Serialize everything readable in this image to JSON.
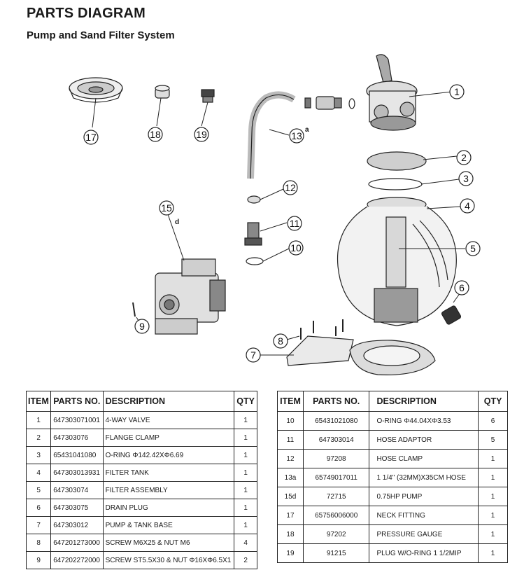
{
  "header": {
    "title": "PARTS DIAGRAM",
    "subtitle": "Pump and Sand Filter System"
  },
  "callouts": [
    {
      "num": "1",
      "suffix": ""
    },
    {
      "num": "2",
      "suffix": ""
    },
    {
      "num": "3",
      "suffix": ""
    },
    {
      "num": "4",
      "suffix": ""
    },
    {
      "num": "5",
      "suffix": ""
    },
    {
      "num": "6",
      "suffix": ""
    },
    {
      "num": "7",
      "suffix": ""
    },
    {
      "num": "8",
      "suffix": ""
    },
    {
      "num": "9",
      "suffix": ""
    },
    {
      "num": "10",
      "suffix": ""
    },
    {
      "num": "11",
      "suffix": ""
    },
    {
      "num": "12",
      "suffix": ""
    },
    {
      "num": "13",
      "suffix": "a"
    },
    {
      "num": "15",
      "suffix": "d"
    },
    {
      "num": "17",
      "suffix": ""
    },
    {
      "num": "18",
      "suffix": ""
    },
    {
      "num": "19",
      "suffix": ""
    }
  ],
  "columns": {
    "item": "ITEM",
    "parts_no": "PARTS NO.",
    "description": "DESCRIPTION",
    "qty": "QTY"
  },
  "parts_left": [
    {
      "item": "1",
      "parts_no": "647303071001",
      "description": "4-WAY VALVE",
      "qty": "1"
    },
    {
      "item": "2",
      "parts_no": "647303076",
      "description": "FLANGE CLAMP",
      "qty": "1"
    },
    {
      "item": "3",
      "parts_no": "65431041080",
      "description": "O-RING Φ142.42XΦ6.69",
      "qty": "1"
    },
    {
      "item": "4",
      "parts_no": "647303013931",
      "description": "FILTER TANK",
      "qty": "1"
    },
    {
      "item": "5",
      "parts_no": "647303074",
      "description": "FILTER ASSEMBLY",
      "qty": "1"
    },
    {
      "item": "6",
      "parts_no": "647303075",
      "description": "DRAIN PLUG",
      "qty": "1"
    },
    {
      "item": "7",
      "parts_no": "647303012",
      "description": "PUMP & TANK BASE",
      "qty": "1"
    },
    {
      "item": "8",
      "parts_no": "647201273000",
      "description": "SCREW M6X25 & NUT M6",
      "qty": "4"
    },
    {
      "item": "9",
      "parts_no": "647202272000",
      "description": "SCREW ST5.5X30 & NUT Φ16XΦ6.5X1",
      "qty": "2"
    }
  ],
  "parts_right": [
    {
      "item": "10",
      "parts_no": "65431021080",
      "description": "O-RING Φ44.04XΦ3.53",
      "qty": "6"
    },
    {
      "item": "11",
      "parts_no": "647303014",
      "description": "HOSE ADAPTOR",
      "qty": "5"
    },
    {
      "item": "12",
      "parts_no": "97208",
      "description": " HOSE CLAMP",
      "qty": "1"
    },
    {
      "item": "13a",
      "parts_no": "65749017011",
      "description": "1 1/4\" (32MM)X35CM HOSE",
      "qty": "1"
    },
    {
      "item": "15d",
      "parts_no": "72715",
      "description": "0.75HP PUMP",
      "qty": "1"
    },
    {
      "item": "17",
      "parts_no": "65756006000",
      "description": "NECK FITTING",
      "qty": "1"
    },
    {
      "item": "18",
      "parts_no": "97202",
      "description": "PRESSURE GAUGE",
      "qty": "1"
    },
    {
      "item": "19",
      "parts_no": "91215",
      "description": "PLUG W/O-RING 1 1/2MIP",
      "qty": "1"
    }
  ]
}
